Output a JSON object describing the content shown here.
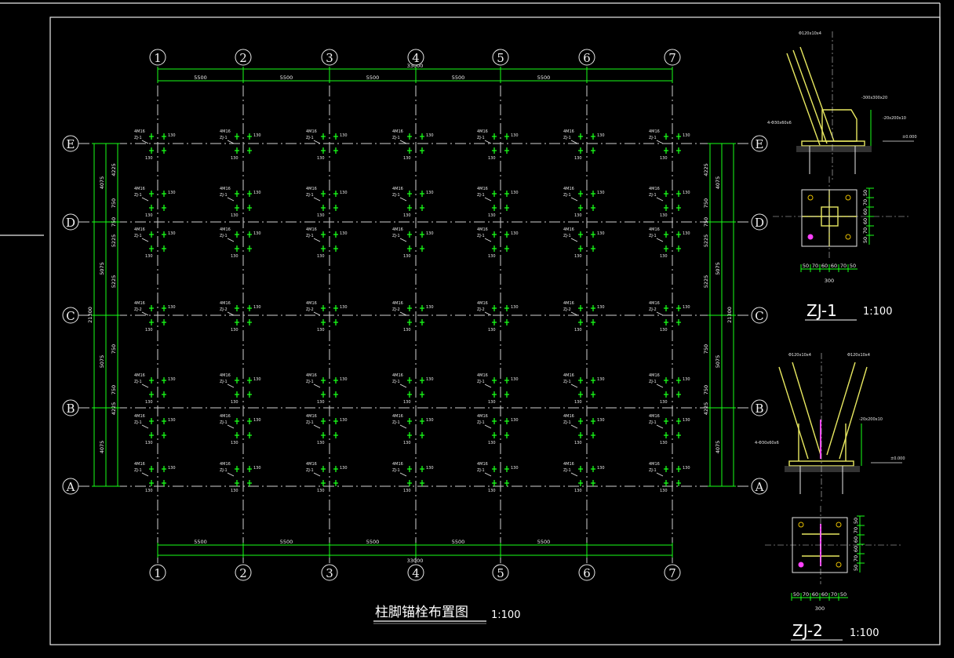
{
  "plan": {
    "title": "柱脚锚栓布置图",
    "scale": "1:100",
    "column_axes": [
      "1",
      "2",
      "3",
      "4",
      "5",
      "6",
      "7"
    ],
    "row_axes": [
      "E",
      "D",
      "C",
      "B",
      "A"
    ],
    "column_spacings": [
      "5500",
      "5500",
      "5500",
      "5500",
      "5500"
    ],
    "overall_length": "33000",
    "overall_width": "21300",
    "left_dims_outer": [
      "4075",
      "5075",
      "5075",
      "4075"
    ],
    "left_dims_inner": [
      "4225",
      "750",
      "750",
      "5225",
      "5225",
      "750",
      "750",
      "4225"
    ],
    "anchor_note": "4M16",
    "anchor_dims": [
      "130",
      "130"
    ],
    "base_labels": {
      "zj1": "ZJ-1",
      "zj2": "ZJ-2"
    }
  },
  "details": {
    "zj1": {
      "title": "ZJ-1",
      "scale": "1:100",
      "plate_width": "300",
      "bottom_dims": [
        "50",
        "70",
        "60",
        "60",
        "70",
        "50"
      ],
      "right_dims": [
        "50",
        "70",
        "60",
        "60",
        "70",
        "50"
      ],
      "notes": [
        "Φ120x10x4",
        "-300x300x20",
        "4-Φ30x60x6",
        "-20x200x10",
        "±0.000"
      ]
    },
    "zj2": {
      "title": "ZJ-2",
      "scale": "1:100",
      "plate_width": "300",
      "bottom_dims": [
        "50",
        "70",
        "60",
        "60",
        "70",
        "50"
      ],
      "right_dims": [
        "50",
        "70",
        "60",
        "60",
        "70",
        "50"
      ],
      "notes": [
        "Φ120x10x4",
        "Φ120x10x4",
        "-20x200x10",
        "4-Φ30x60x6",
        "±0.000"
      ]
    }
  },
  "colors": {
    "background": "#000000",
    "dimension": "#19ff19",
    "grid": "#cfcfcf",
    "steel": "#e8e860",
    "stiffener": "#ff40ff"
  }
}
